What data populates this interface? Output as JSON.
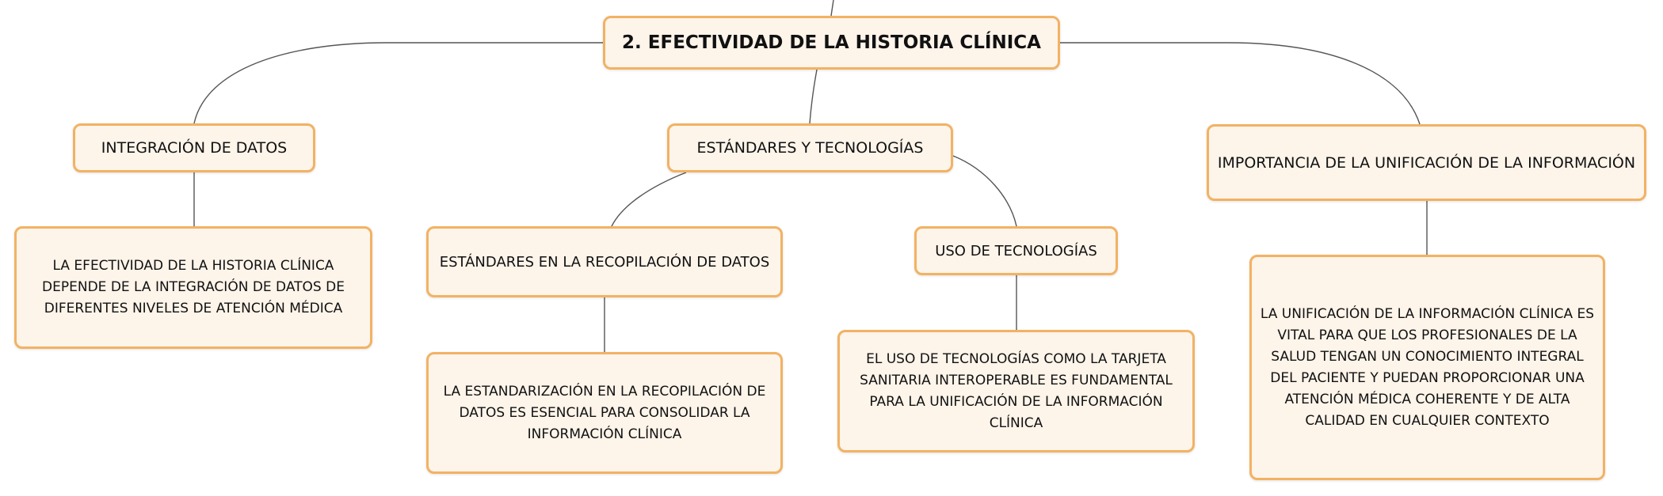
{
  "diagram": {
    "root": {
      "label": "2. EFECTIVIDAD DE LA HISTORIA CLÍNICA"
    },
    "topics": [
      {
        "label": "INTEGRACIÓN DE DATOS",
        "detail": "LA EFECTIVIDAD DE LA HISTORIA CLÍNICA DEPENDE DE LA INTEGRACIÓN DE DATOS DE DIFERENTES NIVELES DE ATENCIÓN MÉDICA"
      },
      {
        "label": "ESTÁNDARES Y TECNOLOGÍAS",
        "subtopics": [
          {
            "label": "ESTÁNDARES EN LA RECOPILACIÓN DE DATOS",
            "detail": "LA ESTANDARIZACIÓN EN LA RECOPILACIÓN DE DATOS ES ESENCIAL PARA CONSOLIDAR LA INFORMACIÓN CLÍNICA"
          },
          {
            "label": "USO DE TECNOLOGÍAS",
            "detail": "EL USO DE TECNOLOGÍAS COMO LA TARJETA SANITARIA INTEROPERABLE ES FUNDAMENTAL PARA LA UNIFICACIÓN DE LA INFORMACIÓN CLÍNICA"
          }
        ]
      },
      {
        "label": "IMPORTANCIA DE LA UNIFICACIÓN DE LA INFORMACIÓN",
        "detail": "LA UNIFICACIÓN DE LA INFORMACIÓN CLÍNICA ES VITAL PARA QUE LOS PROFESIONALES DE LA SALUD TENGAN UN CONOCIMIENTO INTEGRAL DEL PACIENTE Y PUEDAN PROPORCIONAR UNA ATENCIÓN MÉDICA COHERENTE Y DE ALTA CALIDAD EN CUALQUIER CONTEXTO"
      }
    ]
  },
  "colors": {
    "node_fill": "#fdf4ea",
    "node_border": "#f2b263",
    "connector": "#555555",
    "text": "#111111"
  }
}
